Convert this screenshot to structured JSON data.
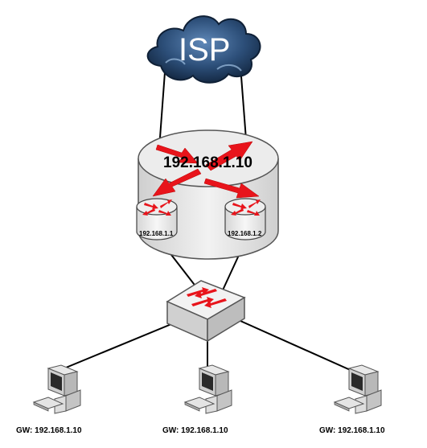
{
  "cloud": {
    "label": "ISP",
    "icon": "cloud-icon"
  },
  "virtual_router": {
    "ip": "192.168.1.10",
    "icon": "router-cluster-icon"
  },
  "routers": [
    {
      "ip": "192.168.1.1",
      "icon": "router-icon"
    },
    {
      "ip": "192.168.1.2",
      "icon": "router-icon"
    }
  ],
  "switch": {
    "icon": "switch-icon"
  },
  "workstations": [
    {
      "gateway": "GW: 192.168.1.10",
      "icon": "computer-icon"
    },
    {
      "gateway": "GW: 192.168.1.10",
      "icon": "computer-icon"
    },
    {
      "gateway": "GW: 192.168.1.10",
      "icon": "computer-icon"
    }
  ],
  "colors": {
    "arrow": "#e8141b",
    "cloud_dark": "#1f3a5a",
    "cloud_light": "#8fb3d9",
    "device_gray": "#e6e6e6"
  }
}
